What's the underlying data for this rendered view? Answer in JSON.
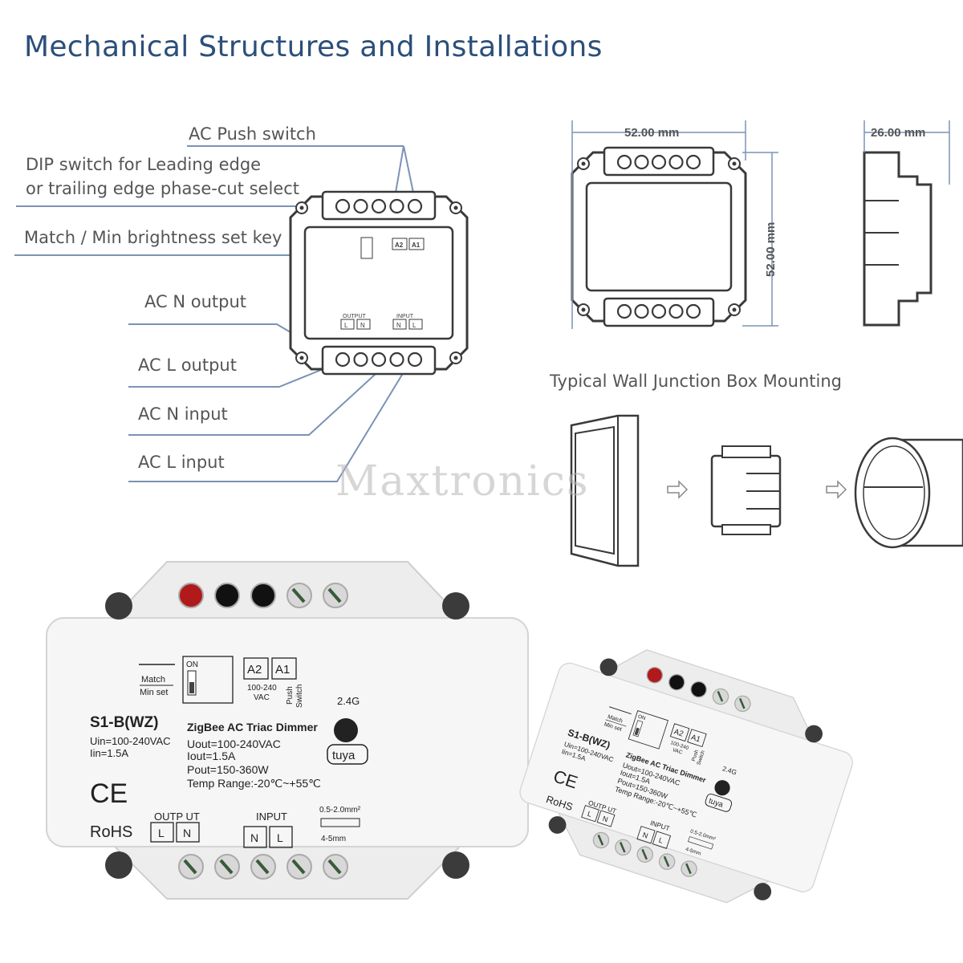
{
  "title": "Mechanical Structures and Installations",
  "callouts": {
    "ac_push_switch": "AC Push switch",
    "dip_switch_line1": "DIP switch for Leading edge",
    "dip_switch_line2": "or trailing edge phase-cut select",
    "match_key": "Match / Min brightness set key",
    "ac_n_output": "AC N output",
    "ac_l_output": "AC L output",
    "ac_n_input": "AC N input",
    "ac_l_input": "AC L input"
  },
  "dimensions": {
    "width": "52.00 mm",
    "height": "52.00 mm",
    "depth": "26.00 mm"
  },
  "mounting_title": "Typical Wall Junction Box Mounting",
  "watermark": "Maxtronics",
  "schematic_labels": {
    "output": "OUTPUT",
    "input": "INPUT",
    "L": "L",
    "N": "N",
    "A2": "A2",
    "A1": "A1"
  },
  "product": {
    "model": "S1-B(WZ)",
    "uin": "Uin=100-240VAC",
    "iin": "Iin=1.5A",
    "name": "ZigBee AC Triac Dimmer",
    "uout": "Uout=100-240VAC",
    "iout": "Iout=1.5A",
    "pout": "Pout=150-360W",
    "temp": "Temp Range:-20℃~+55℃",
    "match": "Match",
    "min_set": "Min set",
    "on": "ON",
    "a2": "A2",
    "a1": "A1",
    "vac_range": "100-240",
    "vac": "VAC",
    "push": "Push",
    "switch": "Switch",
    "freq": "2.4G",
    "ce": "CE",
    "rohs": "RoHS",
    "output": "OUTP UT",
    "input": "INPUT",
    "L": "L",
    "N": "N",
    "wire_size": "0.5-2.0mm²",
    "strip": "4-5mm",
    "tuya": "tuya"
  },
  "colors": {
    "title": "#2c4f7a",
    "line": "#7a93b5",
    "text": "#555555",
    "housing": "#ededed",
    "red_terminal": "#b11a1a"
  }
}
